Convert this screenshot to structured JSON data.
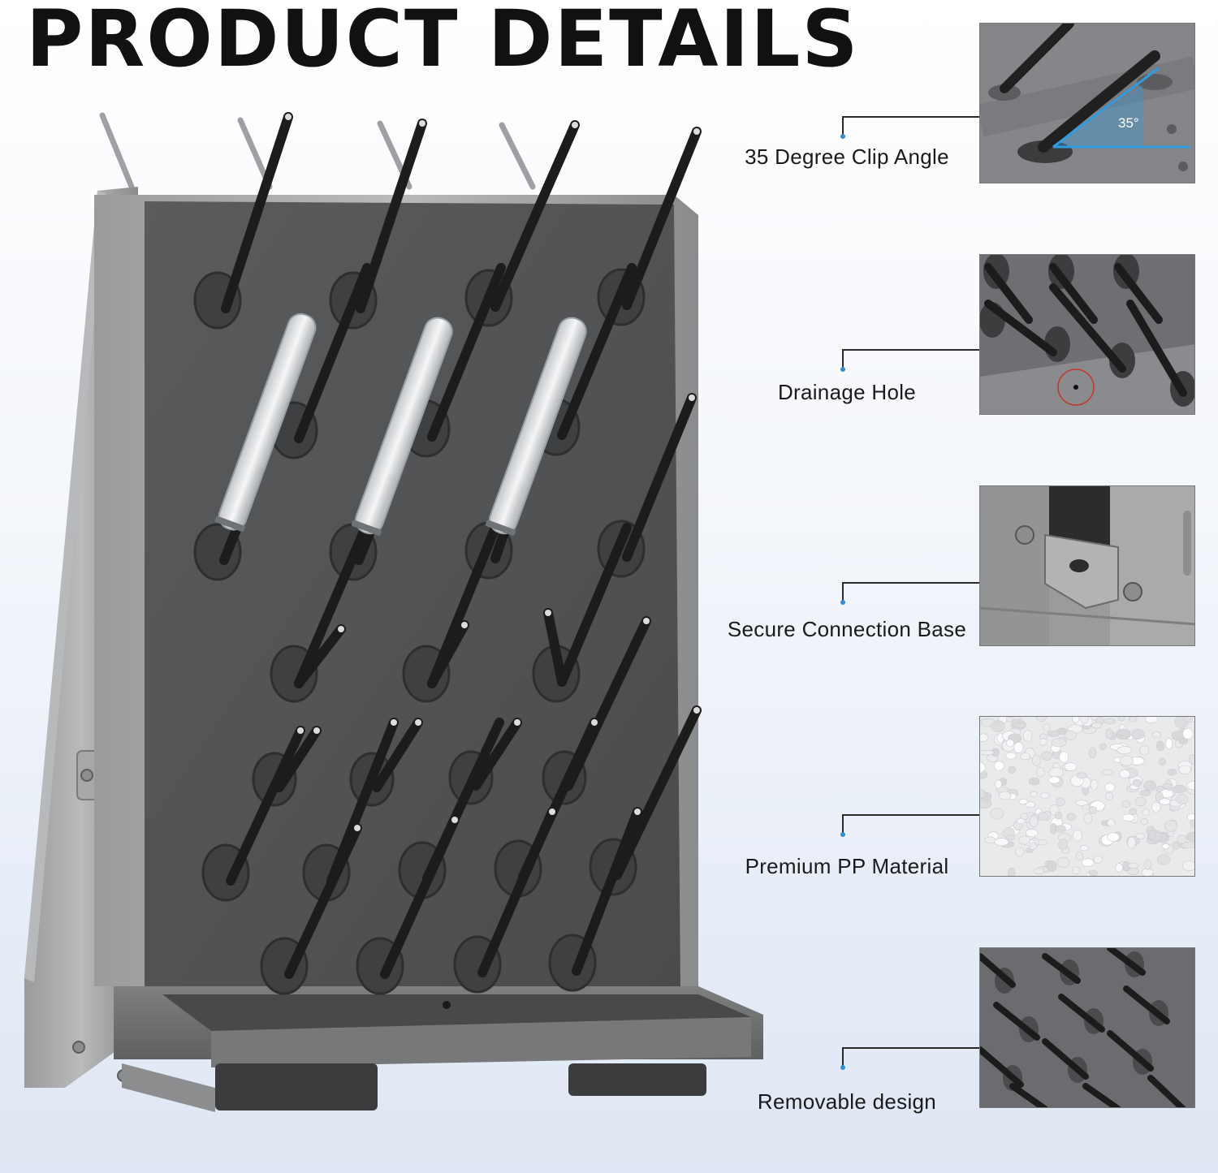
{
  "header": {
    "title": "PRODUCT DETAILS"
  },
  "features": [
    {
      "label": "35 Degree Clip Angle",
      "annotation": "35°",
      "icon": "angle-closeup-image"
    },
    {
      "label": "Drainage Hole",
      "icon": "drainage-closeup-image"
    },
    {
      "label": "Secure Connection Base",
      "icon": "connection-closeup-image"
    },
    {
      "label": "Premium PP Material",
      "icon": "pp-pellets-image"
    },
    {
      "label": "Removable design",
      "icon": "pegs-closeup-image"
    }
  ],
  "colors": {
    "leader_line": "#2a2a2a",
    "leader_dot": "#2f8fd6",
    "angle_accent": "#2f9be0",
    "frame_gray": "#8c8d8f",
    "board_gray": "#535456",
    "peg_black": "#1b1b1b"
  }
}
